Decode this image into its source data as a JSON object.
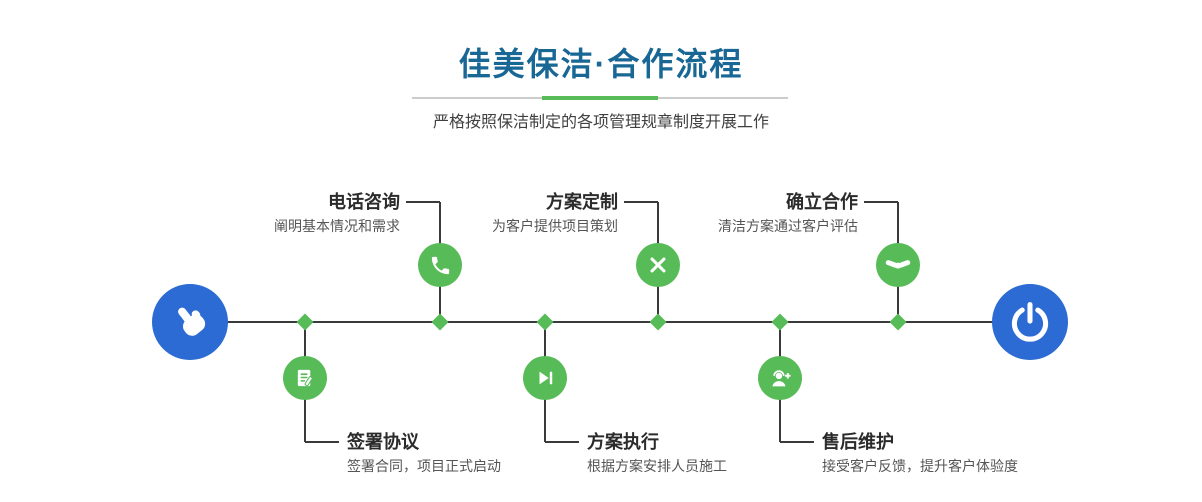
{
  "header": {
    "title": "佳美保洁·合作流程",
    "subtitle": "严格按照保洁制定的各项管理规章制度开展工作"
  },
  "timeline": {
    "start_icon": "pointing-hand",
    "end_icon": "power",
    "steps_top": [
      {
        "title": "电话咨询",
        "desc": "阐明基本情况和需求",
        "icon": "phone-icon"
      },
      {
        "title": "方案定制",
        "desc": "为客户提供项目策划",
        "icon": "design-tools-icon"
      },
      {
        "title": "确立合作",
        "desc": "清洁方案通过客户评估",
        "icon": "handshake-icon"
      }
    ],
    "steps_bottom": [
      {
        "title": "签署协议",
        "desc": "签署合同，项目正式启动",
        "icon": "contract-pen-icon"
      },
      {
        "title": "方案执行",
        "desc": "根据方案安排人员施工",
        "icon": "play-execute-icon"
      },
      {
        "title": "售后维护",
        "desc": "接受客户反馈，提升客户体验度",
        "icon": "customer-support-icon"
      }
    ]
  },
  "colors": {
    "title_blue": "#196795",
    "node_blue": "#2b6bd3",
    "green": "#57bb57",
    "line": "#3a3a3a",
    "divider_gray": "#cccccc"
  }
}
